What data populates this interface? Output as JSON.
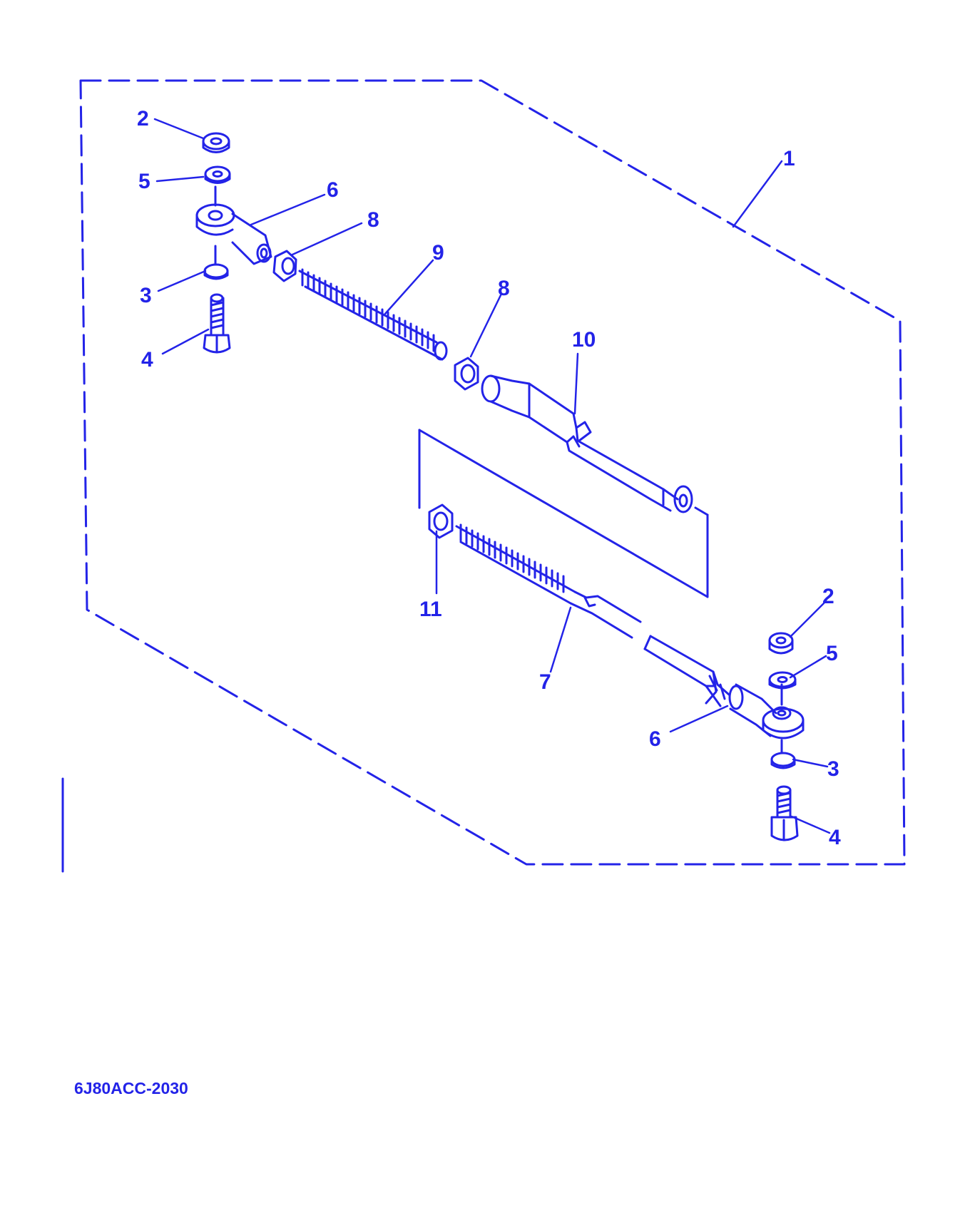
{
  "colors": {
    "ink": "#2323e8",
    "background": "#ffffff"
  },
  "diagram": {
    "drawing_code": "6J80ACC-2030",
    "callouts": [
      {
        "id": "c1",
        "text": "1"
      },
      {
        "id": "c2a",
        "text": "2"
      },
      {
        "id": "c5a",
        "text": "5"
      },
      {
        "id": "c6a",
        "text": "6"
      },
      {
        "id": "c8a",
        "text": "8"
      },
      {
        "id": "c9",
        "text": "9"
      },
      {
        "id": "c3a",
        "text": "3"
      },
      {
        "id": "c4a",
        "text": "4"
      },
      {
        "id": "c8b",
        "text": "8"
      },
      {
        "id": "c10",
        "text": "10"
      },
      {
        "id": "c11",
        "text": "11"
      },
      {
        "id": "c7",
        "text": "7"
      },
      {
        "id": "c2b",
        "text": "2"
      },
      {
        "id": "c5b",
        "text": "5"
      },
      {
        "id": "c6b",
        "text": "6"
      },
      {
        "id": "c3b",
        "text": "3"
      },
      {
        "id": "c4b",
        "text": "4"
      }
    ]
  }
}
